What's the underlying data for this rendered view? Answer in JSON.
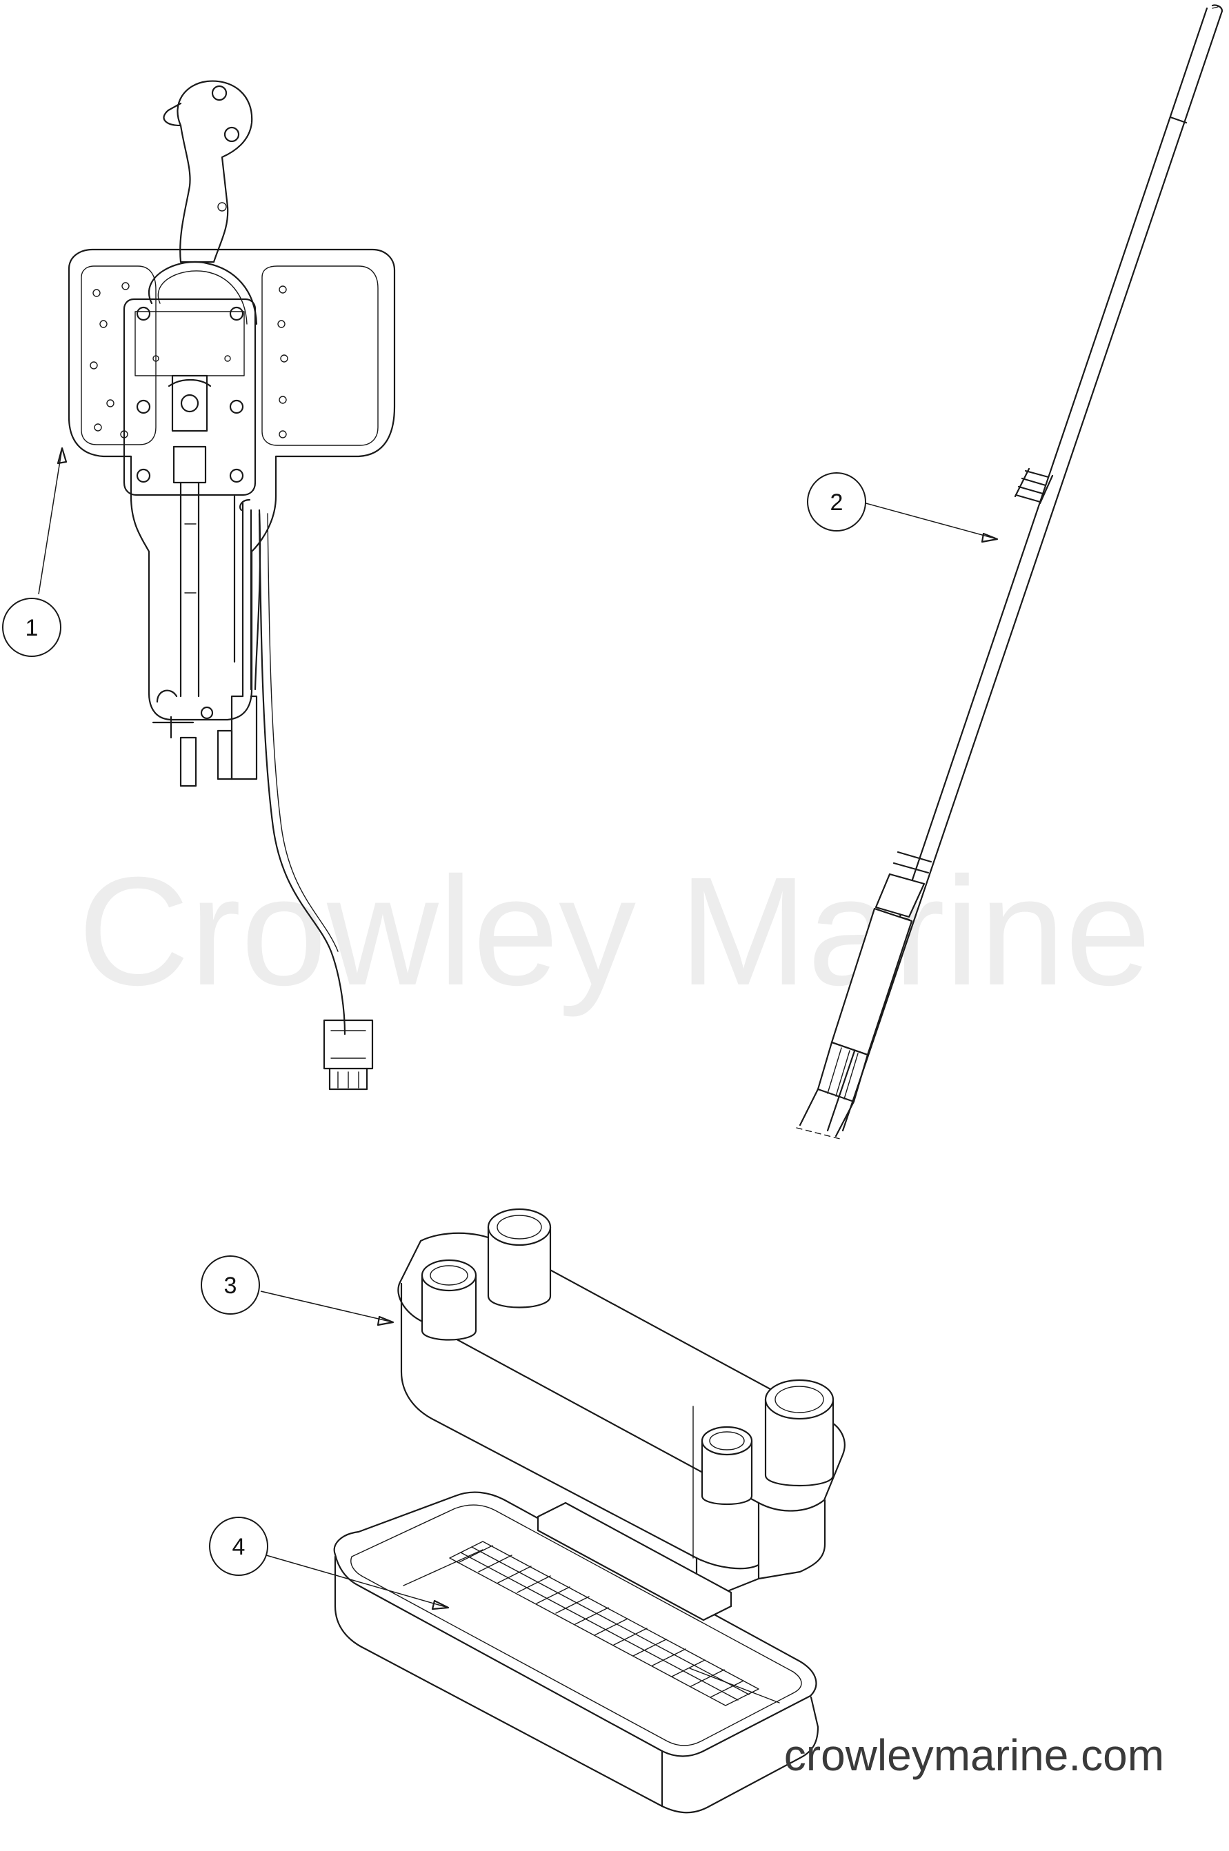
{
  "callouts": [
    {
      "id": "1",
      "label": "1"
    },
    {
      "id": "2",
      "label": "2"
    },
    {
      "id": "3",
      "label": "3"
    },
    {
      "id": "4",
      "label": "4"
    }
  ],
  "watermark": {
    "text": "Crowley Marine"
  },
  "footer": {
    "site": "crowleymarine.com"
  },
  "colors": {
    "line": "#1a1a1a",
    "watermark": "#ededed",
    "background": "#ffffff"
  }
}
